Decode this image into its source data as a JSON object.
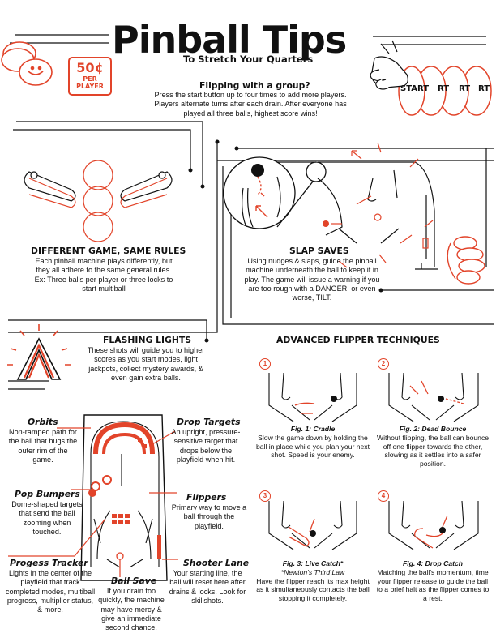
{
  "header": {
    "title": "Pinball Tips",
    "subtitle": "To Stretch Your Quarters",
    "price_amount": "50¢",
    "price_line1": "PER",
    "price_line2": "PLAYER",
    "start_label": "START",
    "start_repeat": "RT"
  },
  "group": {
    "heading": "Flipping with a group?",
    "body": "Press the start button up to four times to add more players. Players alternate turns after each drain. After everyone has played all three balls, highest score wins!"
  },
  "rules": {
    "heading": "DIFFERENT GAME, SAME RULES",
    "body": "Each pinball machine plays differently, but they all adhere to the same general rules. Ex: Three balls per player or three locks to start multiball"
  },
  "slap": {
    "heading": "SLAP SAVES",
    "body": "Using nudges & slaps, guide the pinball machine underneath the ball to keep it in play. The game will issue a warning if you are too rough with a DANGER, or even worse, TILT."
  },
  "lights": {
    "heading": "FLASHING LIGHTS",
    "body": "These shots will guide you to higher scores as you start modes, light jackpots, collect mystery awards, & even gain extra balls."
  },
  "advanced": {
    "heading": "ADVANCED FLIPPER TECHNIQUES",
    "figs": [
      {
        "num": "1",
        "title": "Fig. 1: Cradle",
        "sub": "",
        "body": "Slow the game down by holding the ball in place while you plan your next shot. Speed is your enemy."
      },
      {
        "num": "2",
        "title": "Fig. 2: Dead Bounce",
        "sub": "",
        "body": "Without flipping, the ball can bounce off one flipper towards the other, slowing as it settles into a safer position."
      },
      {
        "num": "3",
        "title": "Fig. 3: Live Catch*",
        "sub": "*Newton's Third Law",
        "body": "Have the flipper reach its max height as it simultaneously contacts the ball stopping it completely."
      },
      {
        "num": "4",
        "title": "Fig. 4: Drop Catch",
        "sub": "",
        "body": "Matching the ball's momentum, time your flipper release to guide the ball to a brief halt as the flipper comes to a rest."
      }
    ]
  },
  "playfield": {
    "orbits": {
      "label": "Orbits",
      "body": "Non-ramped path for the ball that hugs the outer rim of the game."
    },
    "pop": {
      "label": "Pop Bumpers",
      "body": "Dome-shaped targets that send the ball zooming when touched."
    },
    "tracker": {
      "label": "Progess Tracker",
      "body": "Lights in the center of the playfield that track completed modes, multiball progress, multiplier status, & more."
    },
    "drop": {
      "label": "Drop Targets",
      "body": "An upright, pressure-sensitive target that drops below the playfield when hit."
    },
    "flippers": {
      "label": "Flippers",
      "body": "Primary way to move a ball through the playfield."
    },
    "shooter": {
      "label": "Shooter Lane",
      "body": "Your starting line, the ball will reset here after drains & locks. Look for skillshots."
    },
    "save": {
      "label": "Ball Save",
      "body": "If you drain too quickly, the machine may have mercy & give an immediate second chance."
    }
  },
  "colors": {
    "accent": "#e2442a",
    "ink": "#111111"
  }
}
